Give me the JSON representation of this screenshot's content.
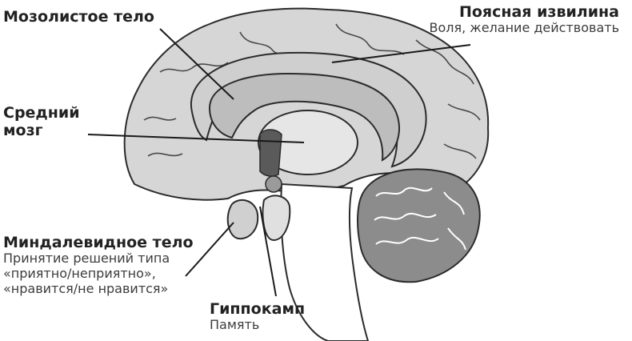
{
  "labels": {
    "corpus_callosum": {
      "title": "Мозолистое тело"
    },
    "cingulate_gyrus": {
      "title": "Поясная извилина",
      "subtitle": "Воля, желание действовать"
    },
    "midbrain": {
      "title_line1": "Средний",
      "title_line2": "мозг"
    },
    "amygdala": {
      "title": "Миндалевидное тело",
      "line1": "Принятие решений типа",
      "line2": "«приятно/неприятно»,",
      "line3": "«нравится/не нравится»"
    },
    "hippocampus": {
      "title": "Гиппокамп",
      "subtitle": "Память"
    }
  },
  "colors": {
    "cortex": "#d6d6d6",
    "corpus": "#c2c2c2",
    "midbrain": "#e6e6e6",
    "dark_region": "#5a5a5a",
    "cerebellum": "#8c8c8c",
    "outline": "#2b2b2b"
  }
}
